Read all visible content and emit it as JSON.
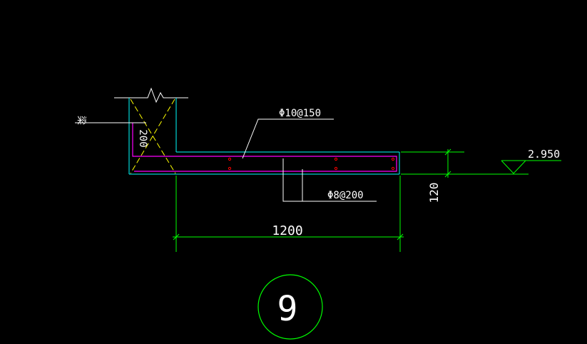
{
  "drawing": {
    "beam_label": "梁",
    "beam_width": "200",
    "top_rebar": "Φ10@150",
    "dist_rebar": "Φ8@200",
    "slab_thickness": "120",
    "cantilever_length": "1200",
    "elevation": "2.950",
    "detail_number": "9"
  },
  "colors": {
    "background": "#000000",
    "outline": "#00ffff",
    "rebar": "#ff00ff",
    "dimension": "#00ff00",
    "text": "#ffffff",
    "hatch": "#ffff00",
    "rebar_dot": "#ff0000"
  }
}
